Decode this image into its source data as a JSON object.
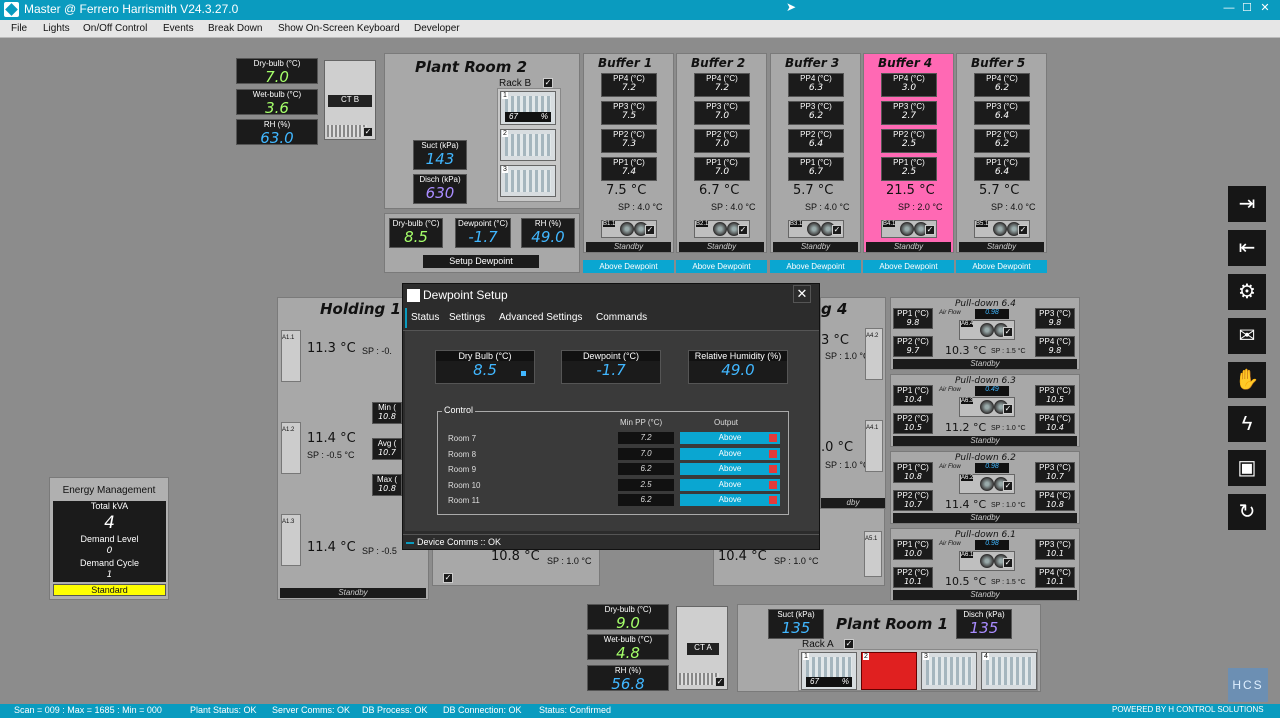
{
  "titlebar": {
    "title": "Master @ Ferrero Harrismith V24.3.27.0"
  },
  "menu": [
    "File",
    "Lights",
    "On/Off Control",
    "Events",
    "Break Down",
    "Show On-Screen Keyboard",
    "Developer"
  ],
  "plant_room_2": {
    "title": "Plant Room 2",
    "dry_bulb_label": "Dry-bulb (°C)",
    "dry_bulb": "7.0",
    "wet_bulb_label": "Wet-bulb (°C)",
    "wet_bulb": "3.6",
    "rh_label": "RH (%)",
    "rh": "63.0",
    "ct": "CT B",
    "rack": "Rack B",
    "rack_pct": "67",
    "pct": "%",
    "suct_label": "Suct (kPa)",
    "suct": "143",
    "disch_label": "Disch (kPa)",
    "disch": "630",
    "dp_dry_label": "Dry-bulb (°C)",
    "dp_dry": "8.5",
    "dp_dew_label": "Dewpoint (°C)",
    "dp_dew": "-1.7",
    "dp_rh_label": "RH (%)",
    "dp_rh": "49.0",
    "setup_btn": "Setup Dewpoint",
    "comp_nums": [
      "1",
      "2",
      "3"
    ]
  },
  "buffers": [
    {
      "title": "Buffer 1",
      "pp4": "7.2",
      "pp3": "7.5",
      "pp2": "7.3",
      "pp1": "7.4",
      "temp": "7.5 °C",
      "sp": "SP : 4.0 °C",
      "fan": "B1.1",
      "state": "Standby",
      "btn": "Above Dewpoint"
    },
    {
      "title": "Buffer 2",
      "pp4": "7.2",
      "pp3": "7.0",
      "pp2": "7.0",
      "pp1": "7.0",
      "temp": "6.7 °C",
      "sp": "SP : 4.0 °C",
      "fan": "B2.1",
      "state": "Standby",
      "btn": "Above Dewpoint"
    },
    {
      "title": "Buffer 3",
      "pp4": "6.3",
      "pp3": "6.2",
      "pp2": "6.4",
      "pp1": "6.7",
      "temp": "5.7 °C",
      "sp": "SP : 4.0 °C",
      "fan": "B3.1",
      "state": "Standby",
      "btn": "Above Dewpoint"
    },
    {
      "title": "Buffer 4",
      "pp4": "3.0",
      "pp3": "2.7",
      "pp2": "2.5",
      "pp1": "2.5",
      "temp": "21.5 °C",
      "sp": "SP : 2.0 °C",
      "fan": "B4.1",
      "state": "Standby",
      "btn": "Above Dewpoint",
      "alarm": true
    },
    {
      "title": "Buffer 5",
      "pp4": "6.2",
      "pp3": "6.4",
      "pp2": "6.2",
      "pp1": "6.4",
      "temp": "5.7 °C",
      "sp": "SP : 4.0 °C",
      "fan": "B5.1",
      "state": "Standby",
      "btn": "Above Dewpoint"
    }
  ],
  "pp_labels": {
    "pp4": "PP4 (°C)",
    "pp3": "PP3 (°C)",
    "pp2": "PP2 (°C)",
    "pp1": "PP1 (°C)"
  },
  "holding1": {
    "title": "Holding 1",
    "temps": [
      "11.3 °C",
      "11.4 °C",
      "11.4 °C"
    ],
    "sps": [
      "SP : -0.",
      "SP : -0.5 °C",
      "SP : -0.5"
    ],
    "fans": [
      "A1.1",
      "A1.2",
      "A1.3"
    ],
    "state": "Standby",
    "min_label": "Min (",
    "min_val": "10.8",
    "avg_label": "Avg (",
    "avg_val": "10.7",
    "max_label": "Max (",
    "max_val": "10.8"
  },
  "holding_mid": {
    "temp1": "10.8 °C",
    "sp1": "SP : 1.0 °C",
    "temp2": "10.4 °C",
    "sp2": "SP : 1.0 °C"
  },
  "holding4": {
    "title": "g 4",
    "temps": [
      "3 °C",
      ".0 °C"
    ],
    "sps": [
      "SP : 1.0 °C",
      "SP : 1.0 °C"
    ],
    "fans": [
      "A4.2",
      "A4.1",
      "A5.1"
    ],
    "state": "dby"
  },
  "pulldowns": [
    {
      "title": "Pull-down 6.4",
      "pp1": "9.8",
      "pp2": "9.7",
      "pp3": "9.8",
      "pp4": "9.8",
      "airflow": "0.98",
      "fan": "A6.4",
      "temp": "10.3 °C",
      "sp": "SP : 1.5 °C",
      "state": "Standby"
    },
    {
      "title": "Pull-down 6.3",
      "pp1": "10.4",
      "pp2": "10.5",
      "pp3": "10.5",
      "pp4": "10.4",
      "airflow": "0.49",
      "fan": "A6.3",
      "temp": "11.2 °C",
      "sp": "SP : 1.0 °C",
      "state": "Standby"
    },
    {
      "title": "Pull-down 6.2",
      "pp1": "10.8",
      "pp2": "10.7",
      "pp3": "10.7",
      "pp4": "10.8",
      "airflow": "0.98",
      "fan": "A6.2",
      "temp": "11.4 °C",
      "sp": "SP : 1.0 °C",
      "state": "Standby"
    },
    {
      "title": "Pull-down 6.1",
      "pp1": "10.0",
      "pp2": "10.1",
      "pp3": "10.1",
      "pp4": "10.1",
      "airflow": "0.98",
      "fan": "A6.1",
      "temp": "10.5 °C",
      "sp": "SP : 1.5 °C",
      "state": "Standby"
    }
  ],
  "airflow_label": "Air Flow",
  "energy": {
    "title": "Energy Management",
    "kva_label": "Total kVA",
    "kva": "4",
    "demand_label": "Demand Level",
    "demand": "0",
    "cycle_label": "Demand Cycle",
    "cycle": "1",
    "mode": "Standard"
  },
  "plant_room_1": {
    "title": "Plant Room 1",
    "dry_bulb_label": "Dry-bulb (°C)",
    "dry_bulb": "9.0",
    "wet_bulb_label": "Wet-bulb (°C)",
    "wet_bulb": "4.8",
    "rh_label": "RH (%)",
    "rh": "56.8",
    "ct": "CT A",
    "suct_label": "Suct (kPa)",
    "suct": "135",
    "disch_label": "Disch (kPa)",
    "disch": "135",
    "rack": "Rack A",
    "rack_pct": "67",
    "pct": "%",
    "comp_nums": [
      "1",
      "2",
      "3",
      "4"
    ]
  },
  "dialog": {
    "title": "Dewpoint Setup",
    "tabs": [
      "Status",
      "Settings",
      "Advanced Settings",
      "Commands"
    ],
    "dry_label": "Dry Bulb (°C)",
    "dry": "8.5",
    "dew_label": "Dewpoint (°C)",
    "dew": "-1.7",
    "rh_label": "Relative Humidity (%)",
    "rh": "49.0",
    "control_label": "Control",
    "col_minpp": "Min PP (°C)",
    "col_output": "Output",
    "rows": [
      {
        "room": "Room 7",
        "minpp": "7.2",
        "output": "Above"
      },
      {
        "room": "Room 8",
        "minpp": "7.0",
        "output": "Above"
      },
      {
        "room": "Room 9",
        "minpp": "6.2",
        "output": "Above"
      },
      {
        "room": "Room 10",
        "minpp": "2.5",
        "output": "Above"
      },
      {
        "room": "Room 11",
        "minpp": "6.2",
        "output": "Above"
      }
    ],
    "footer": "Device Comms :: OK"
  },
  "status": {
    "scan": "Scan = 009 : Max = 1685 : Min = 000",
    "plant": "Plant Status: OK",
    "server": "Server Comms: OK",
    "dbproc": "DB Process:  OK",
    "dbconn": "DB Connection:  OK",
    "st": "Status:  Confirmed",
    "brand": "POWERED BY H CONTROL SOLUTIONS"
  },
  "hcs": "HCS",
  "colors": {
    "titlebar": "#0a9bbf",
    "alarm": "#ff69b4",
    "button": "#0aa6d1",
    "standard": "#ffff00"
  },
  "side_icons": [
    "login-icon",
    "logout-icon",
    "user-settings-icon",
    "mail-icon",
    "hand-icon",
    "lightning-icon",
    "save-icon",
    "refresh-icon"
  ]
}
